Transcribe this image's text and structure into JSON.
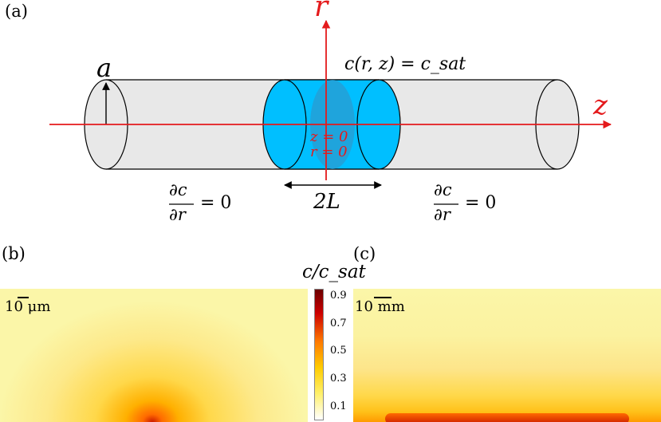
{
  "panels": {
    "a": {
      "tag": "(a)"
    },
    "b": {
      "tag": "(b)",
      "scale_text": "10 μm"
    },
    "c": {
      "tag": "(c)",
      "scale_text": "10 mm"
    }
  },
  "diagram": {
    "radius_label": "a",
    "axis_r_label": "r",
    "axis_z_label": "z",
    "boundary_condition_top": "c(r, z) = c_sat",
    "origin_z": "z = 0",
    "origin_r": "r = 0",
    "length_label": "2L",
    "flux_left": {
      "numerator": "∂c",
      "denominator": "∂r",
      "rhs": "= 0"
    },
    "flux_right": {
      "numerator": "∂c",
      "denominator": "∂r",
      "rhs": "= 0"
    }
  },
  "colorbar": {
    "title": "c/c_sat",
    "ticks": [
      "0.9",
      "0.7",
      "0.5",
      "0.3",
      "0.1"
    ],
    "range": [
      0,
      1
    ],
    "colors": [
      "#ffffff",
      "#fff06a",
      "#ffcc00",
      "#ff7a00",
      "#cc0000",
      "#6b0000"
    ]
  },
  "colors": {
    "axis_red": "#e41a1c",
    "cylinder_fill": "#e8e8e8",
    "source_fill": "#00bfff",
    "heatmap_background": "#fbf6a8"
  }
}
